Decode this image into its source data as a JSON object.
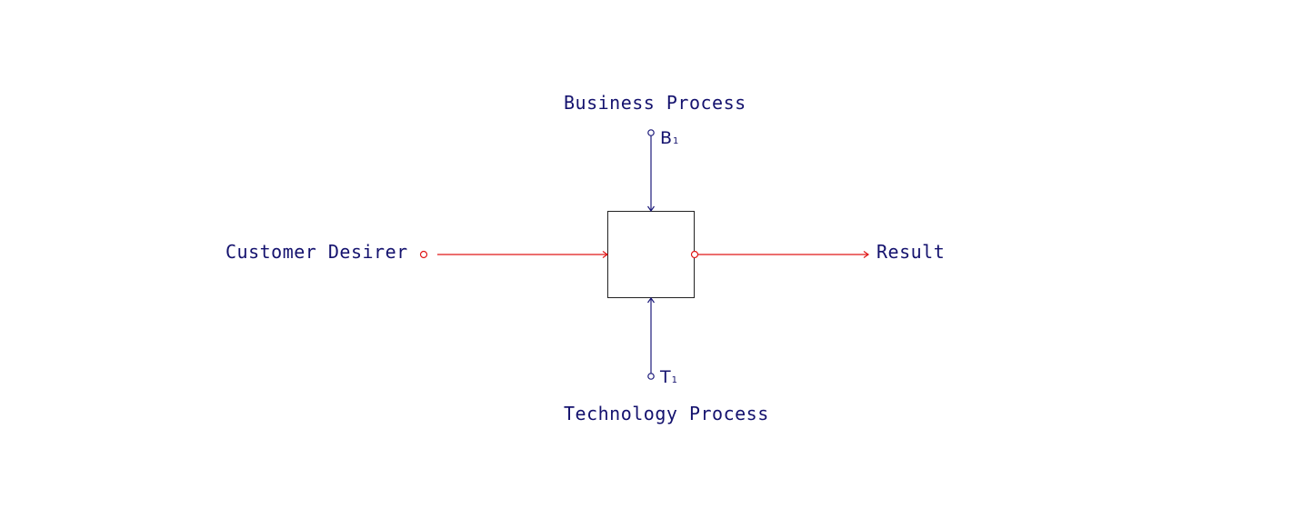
{
  "colors": {
    "background": "#ffffff",
    "text": "#14126e",
    "flow_line": "#e01818",
    "control_line": "#1c1a7a",
    "box_border": "#222222"
  },
  "labels": {
    "top": "Business Process",
    "bottom": "Technology Process",
    "left": "Customer Desirer",
    "right": "Result"
  },
  "ports": {
    "top": {
      "letter": "B",
      "index": "1"
    },
    "bottom": {
      "letter": "T",
      "index": "1"
    }
  }
}
